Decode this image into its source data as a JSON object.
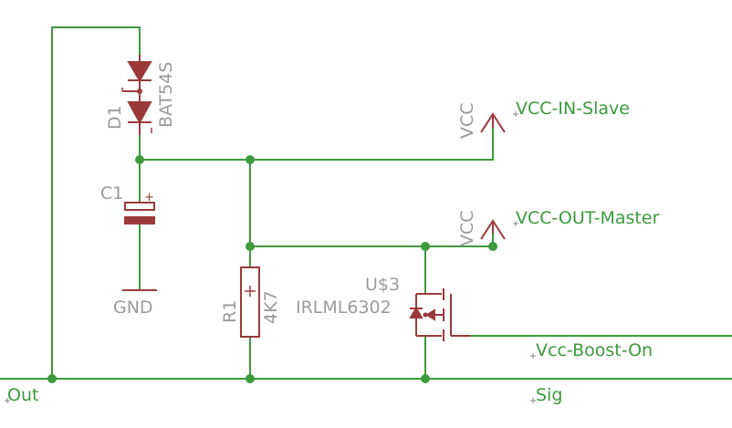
{
  "colors": {
    "wire": "#3c9a3c",
    "component": "#9b3a3a",
    "label_gray": "#9a9a9a",
    "net_label": "#3c9a3c",
    "background": "#ffffff"
  },
  "components": {
    "d1": {
      "name": "D1",
      "value": "BAT54S"
    },
    "c1": {
      "name": "C1",
      "plus": "+"
    },
    "r1": {
      "name": "R1",
      "value": "4K7"
    },
    "u3": {
      "name": "U$3",
      "value": "IRLML6302"
    },
    "gnd": {
      "name": "GND"
    }
  },
  "supplies": {
    "vcc_in": "VCC",
    "vcc_out": "VCC"
  },
  "nets": {
    "vcc_in_slave": "VCC-IN-Slave",
    "vcc_out_master": "VCC-OUT-Master",
    "vcc_boost_on": "Vcc-Boost-On",
    "out": "Out",
    "sig": "Sig"
  }
}
